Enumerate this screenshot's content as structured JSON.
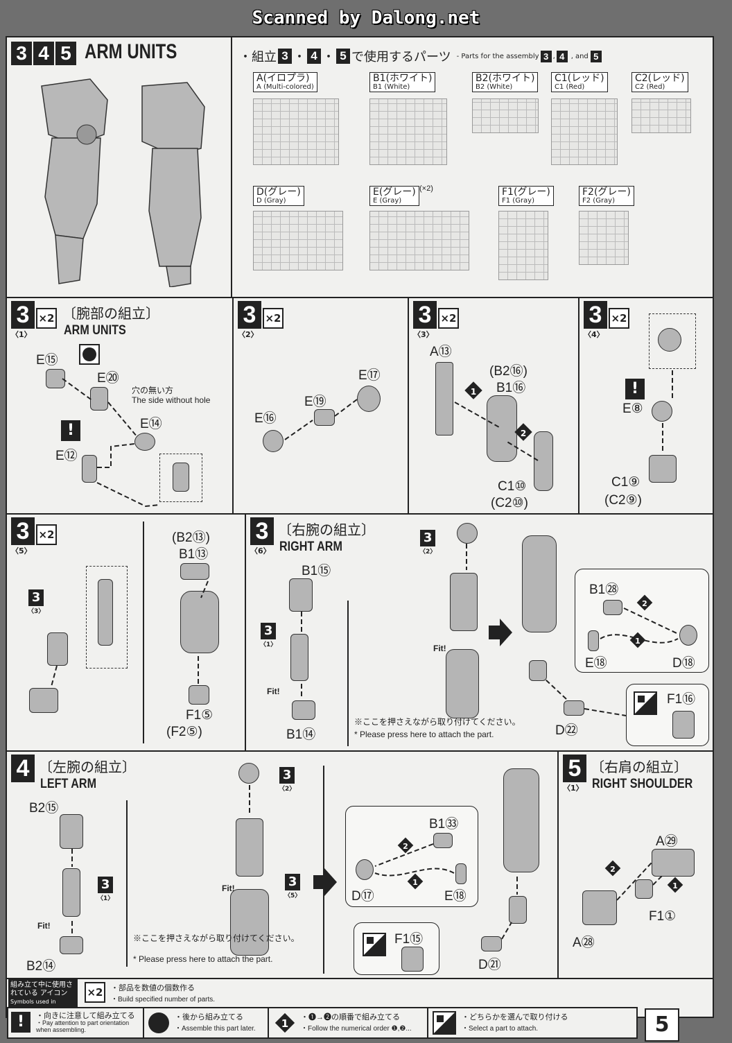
{
  "banner": "Scanned by Dalong.net",
  "header": {
    "steps": [
      "3",
      "4",
      "5"
    ],
    "title": "ARM UNITS",
    "parts_jp_prefix": "・組立",
    "parts_jp_mid": "で使用するパーツ",
    "parts_en": "- Parts for the assembly",
    "parts_en_and": "and"
  },
  "runners": [
    {
      "jp": "A(イロプラ)",
      "en": "A (Multi-colored)"
    },
    {
      "jp": "B1(ホワイト)",
      "en": "B1 (White)"
    },
    {
      "jp": "B2(ホワイト)",
      "en": "B2 (White)"
    },
    {
      "jp": "C1(レッド)",
      "en": "C1 (Red)"
    },
    {
      "jp": "C2(レッド)",
      "en": "C2 (Red)"
    },
    {
      "jp": "D(グレー)",
      "en": "D (Gray)"
    },
    {
      "jp": "E(グレー)",
      "en": "E (Gray)",
      "extra": "(×2)"
    },
    {
      "jp": "F1(グレー)",
      "en": "F1 (Gray)"
    },
    {
      "jp": "F2(グレー)",
      "en": "F2 (Gray)"
    }
  ],
  "times2": "×2",
  "step3_1": {
    "num": "3",
    "sub": "〈1〉",
    "jp": "〔腕部の組立〕",
    "en": "ARM UNITS",
    "parts": [
      "E⑮",
      "E⑳",
      "E⑭",
      "E⑫"
    ],
    "note_jp": "穴の無い方",
    "note_en": "The side without hole"
  },
  "step3_2": {
    "num": "3",
    "sub": "〈2〉",
    "parts": [
      "E⑰",
      "E⑲",
      "E⑯"
    ]
  },
  "step3_3": {
    "num": "3",
    "sub": "〈3〉",
    "parts": [
      "A⑬",
      "(B2⑯)",
      "B1⑯",
      "C1⑩",
      "(C2⑩)"
    ]
  },
  "step3_4": {
    "num": "3",
    "sub": "〈4〉",
    "parts": [
      "E⑧",
      "C1⑨",
      "(C2⑨)"
    ]
  },
  "step3_5": {
    "num": "3",
    "sub": "〈5〉",
    "parts": [
      "(B2⑬)",
      "B1⑬",
      "F1⑤",
      "(F2⑤)"
    ],
    "ref": "3",
    "ref_sub": "〈3〉"
  },
  "step3_6": {
    "num": "3",
    "sub": "〈6〉",
    "jp": "〔右腕の組立〕",
    "en": "RIGHT ARM",
    "parts": [
      "B1⑮",
      "B1⑭",
      "B1㉘",
      "E⑱",
      "D⑱",
      "D㉒",
      "F1⑯"
    ],
    "ref1": "3",
    "ref1_sub": "〈1〉",
    "ref2": "3",
    "ref2_sub": "〈2〉",
    "fit": "Fit!",
    "press_jp": "※ここを押さえながら取り付けてください。",
    "press_en": "* Please press here to attach the part."
  },
  "step4": {
    "num": "4",
    "jp": "〔左腕の組立〕",
    "en": "LEFT ARM",
    "parts": [
      "B2⑮",
      "B2⑭",
      "B1㉝",
      "D⑰",
      "E⑱",
      "F1⑮",
      "D㉑"
    ],
    "ref1": "3",
    "ref1_sub": "〈1〉",
    "ref2": "3",
    "ref2_sub": "〈2〉",
    "ref3": "3",
    "ref3_sub": "〈5〉",
    "fit": "Fit!",
    "press_jp": "※ここを押さえながら取り付けてください。",
    "press_en": "* Please press here to attach the part."
  },
  "step5": {
    "num": "5",
    "sub": "〈1〉",
    "jp": "〔右肩の組立〕",
    "en": "RIGHT SHOULDER",
    "parts": [
      "A㉙",
      "A㉘",
      "F1①"
    ]
  },
  "legend": {
    "title_jp": "組み立て中に使用されている アイコン",
    "title_en": "Symbols used in instructions",
    "x2_jp": "・部品を数値の個数作る",
    "x2_en": "・Build specified number of parts.",
    "warn_jp": "・向きに注意して組み立てる",
    "warn_en": "・Pay attention to part orientation when assembling.",
    "later_jp": "・後から組み立てる",
    "later_en": "・Assemble this part later.",
    "order_jp": "・❶→❷の順番で組み立てる",
    "order_en": "・Follow the numerical order ❶,❷...",
    "select_jp": "・どちらかを選んで取り付ける",
    "select_en": "・Select a part to attach."
  },
  "page_number": "5"
}
